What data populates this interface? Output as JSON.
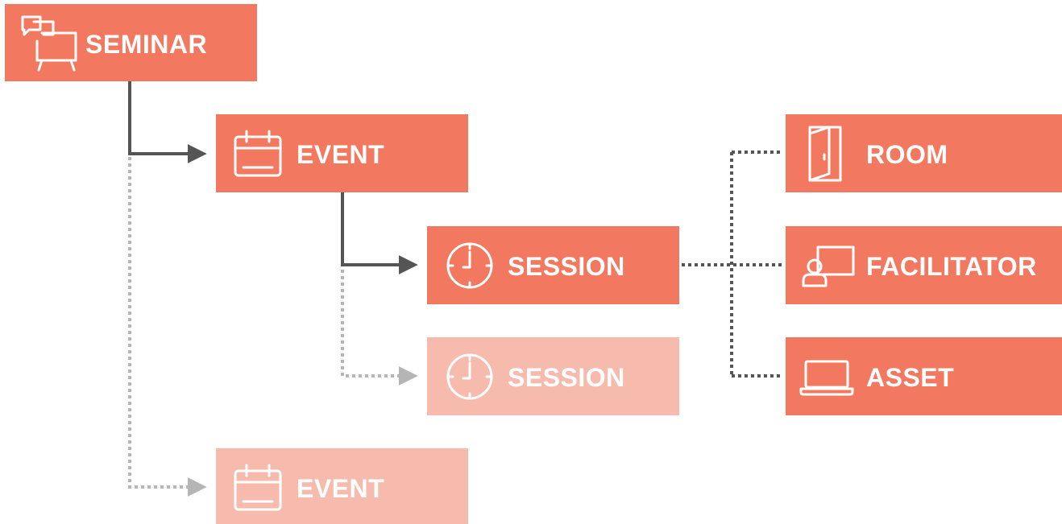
{
  "nodes": {
    "seminar": {
      "label": "SEMINAR",
      "icon": "presentation-board-icon"
    },
    "event_1": {
      "label": "EVENT",
      "icon": "calendar-icon"
    },
    "session_1": {
      "label": "SESSION",
      "icon": "clock-icon"
    },
    "session_2": {
      "label": "SESSION",
      "icon": "clock-icon",
      "faded": true
    },
    "event_2": {
      "label": "EVENT",
      "icon": "calendar-icon",
      "faded": true
    },
    "room": {
      "label": "ROOM",
      "icon": "door-icon"
    },
    "facilitator": {
      "label": "FACILITATOR",
      "icon": "presenter-icon"
    },
    "asset": {
      "label": "ASSET",
      "icon": "laptop-icon"
    }
  },
  "colors": {
    "node": "#f2785f",
    "node_faded": "#f7bbae",
    "connector_solid": "#555555",
    "connector_dotted_dark": "#555555",
    "connector_dotted_light": "#b5b5b5"
  }
}
